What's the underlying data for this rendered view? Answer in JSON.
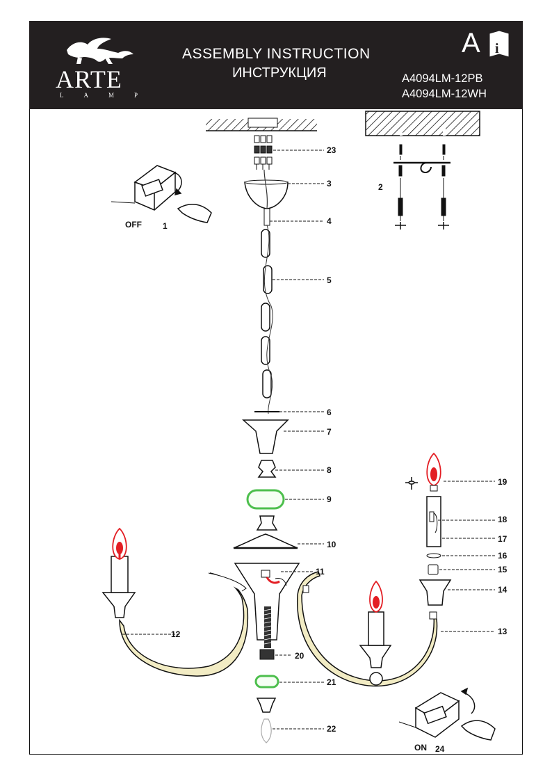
{
  "header": {
    "brand": "ARTE",
    "brand_sub": "LAMP",
    "title_en": "ASSEMBLY  INSTRUCTION",
    "title_ru": "ИНСТРУКЦИЯ",
    "section_letter": "A",
    "models": [
      "A4094LM-12PB",
      "A4094LM-12WH"
    ]
  },
  "steps": {
    "off": "OFF",
    "on": "ON",
    "n1": "1",
    "n2": "2",
    "n3": "3",
    "n4": "4",
    "n5": "5",
    "n6": "6",
    "n7": "7",
    "n8": "8",
    "n9": "9",
    "n10": "10",
    "n11": "11",
    "n12": "12",
    "n13": "13",
    "n14": "14",
    "n15": "15",
    "n16": "16",
    "n17": "17",
    "n18": "18",
    "n19": "19",
    "n20": "20",
    "n21": "21",
    "n22": "22",
    "n23": "23",
    "n24": "24"
  },
  "colors": {
    "header_bg": "#231f20",
    "bulb_red": "#e31e24",
    "ring_green": "#4dbf4d",
    "arm_gold": "#f2ecc4"
  }
}
